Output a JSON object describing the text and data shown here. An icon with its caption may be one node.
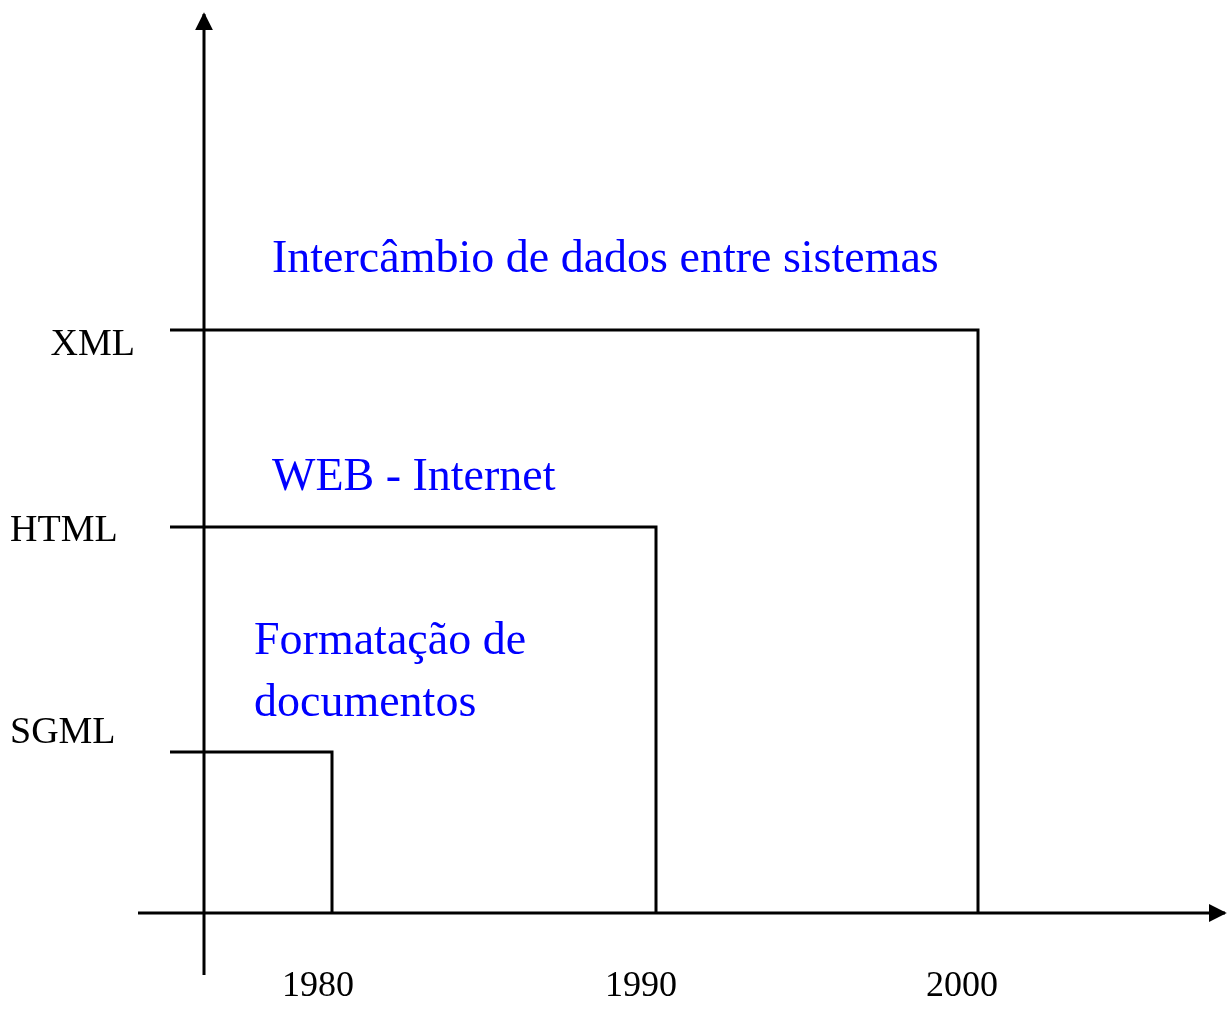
{
  "diagram": {
    "labels": [
      "Intercâmbio de dados entre sistemas",
      "XML",
      "WEB - Internet",
      "HTML",
      "Formatação de documentos",
      "SGML",
      "1980",
      "1990",
      "2000"
    ]
  }
}
